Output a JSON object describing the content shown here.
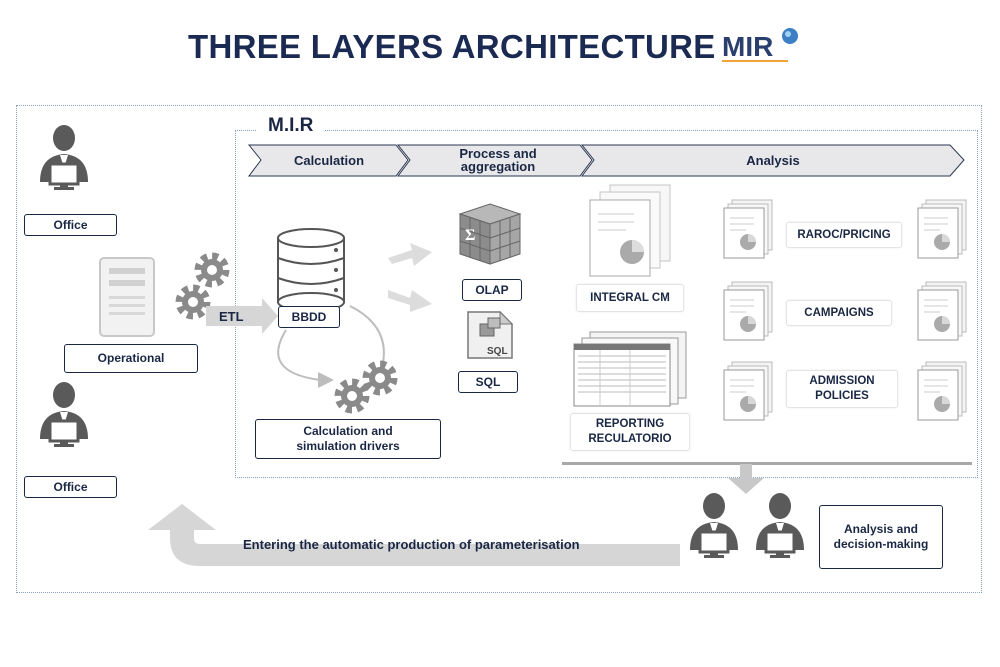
{
  "title": "THREE LAYERS ARCHITECTURE",
  "logo_text": "MIR",
  "mir_label": "M.I.R",
  "stages": {
    "calculation": "Calculation",
    "process_line1": "Process and",
    "process_line2": "aggregation",
    "analysis": "Analysis"
  },
  "left": {
    "office_top": "Office",
    "office_bottom": "Office",
    "operational": "Operational",
    "etl": "ETL"
  },
  "calc": {
    "bbdd": "BBDD",
    "drivers_line1": "Calculation and",
    "drivers_line2": "simulation drivers"
  },
  "process": {
    "olap": "OLAP",
    "sql": "SQL",
    "sql_icon_text": "SQL",
    "sigma": "Σ"
  },
  "analysis": {
    "integral_cm": "INTEGRAL CM",
    "reporting_line1": "REPORTING",
    "reporting_line2": "RECULATORIO",
    "raroc": "RAROC/PRICING",
    "campaigns": "CAMPAIGNS",
    "admission_line1": "ADMISSION",
    "admission_line2": "POLICIES"
  },
  "bottom": {
    "feedback": "Entering the automatic production of parameterisation",
    "decision_line1": "Analysis and",
    "decision_line2": "decision-making"
  },
  "colors": {
    "navy": "#1a2744",
    "chevron_fill": "#e8e8ea",
    "icon_gray": "#5a5a5a",
    "arrow_gray": "#d6d6d6"
  }
}
